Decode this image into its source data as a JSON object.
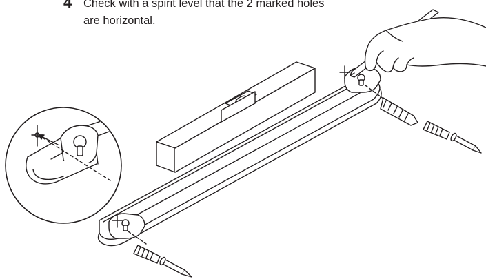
{
  "instruction": {
    "number": "4",
    "text": "Check with a spirit level that the 2 marked holes are horizontal."
  },
  "illustration": {
    "parts": [
      "wall-bracket",
      "spirit-level",
      "pencil-hand",
      "drill-bit",
      "wall-plug",
      "screw",
      "magnifier-inset"
    ],
    "stroke_color": "#231f20"
  }
}
